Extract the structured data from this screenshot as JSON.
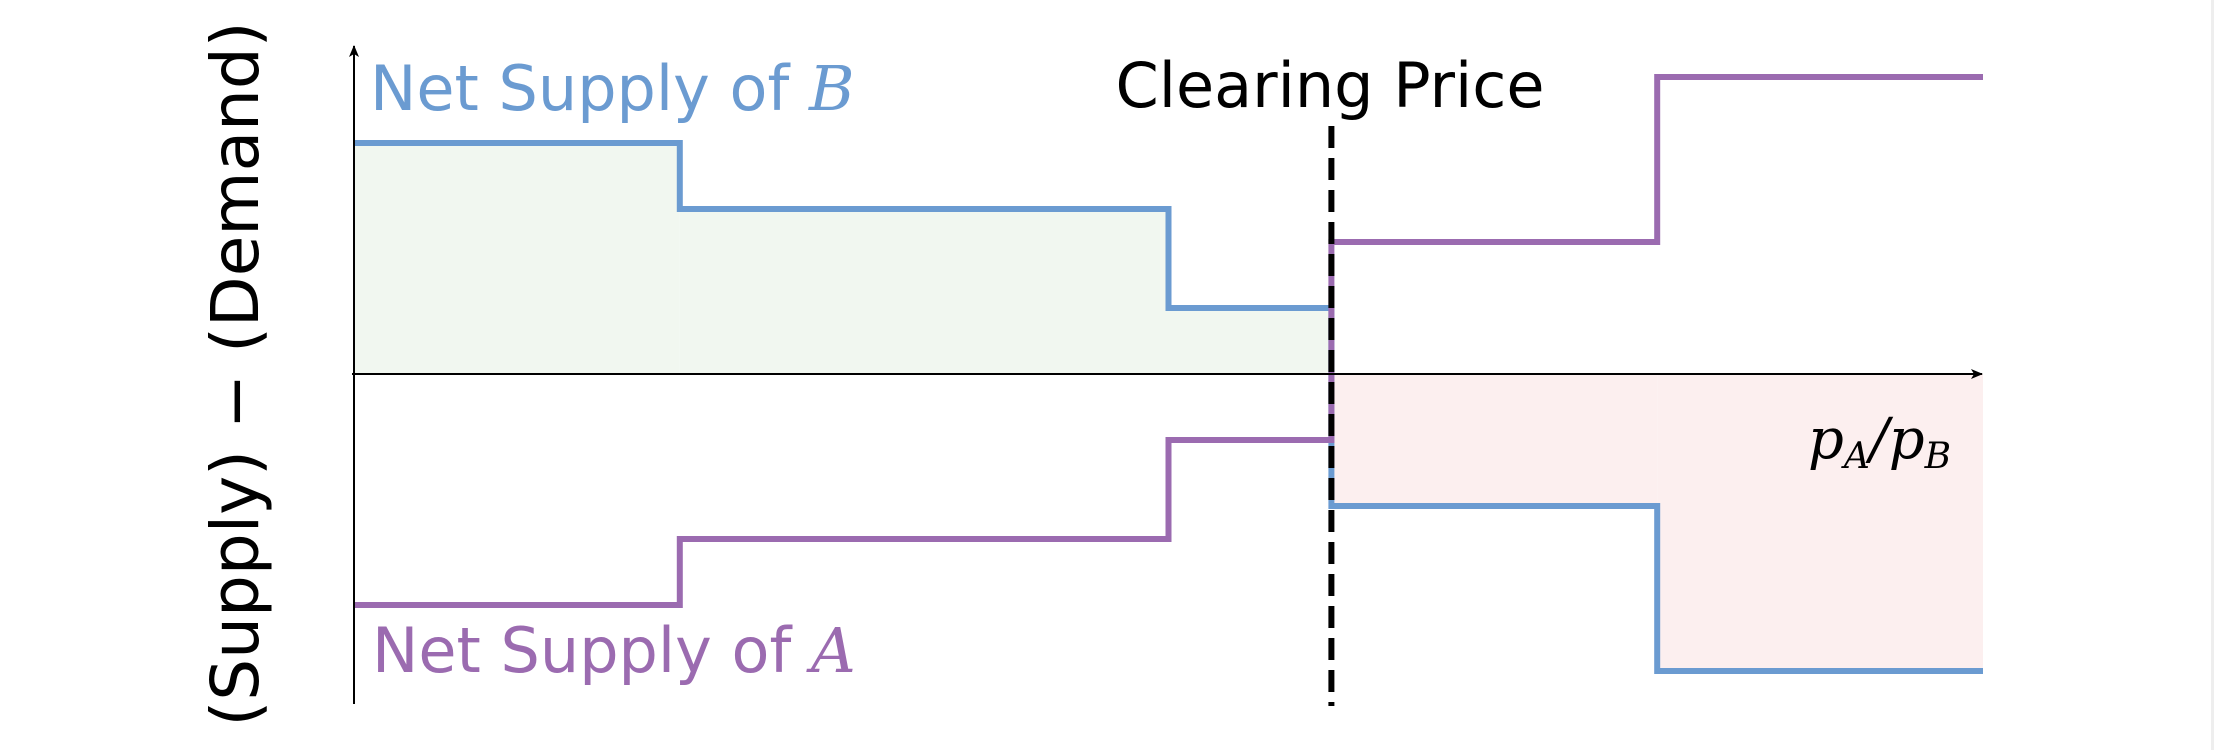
{
  "y_axis_label": "(Supply) − (Demand)",
  "x_axis_label": {
    "main": "p",
    "sub_a": "A",
    "slash": "/",
    "sub_b": "B"
  },
  "clearing_label": "Clearing Price",
  "series_b_label": {
    "text": "Net Supply of ",
    "var": "B"
  },
  "series_a_label": {
    "text": "Net Supply of ",
    "var": "A"
  },
  "colors": {
    "axis": "#000000",
    "series_b": "#6b9bd1",
    "series_a": "#9b6bb0",
    "fill_excess": "#f1f7f0",
    "fill_shortage": "#fcefef",
    "clearing_line": "#000000"
  },
  "chart_data": {
    "type": "line",
    "x_range": [
      0,
      5
    ],
    "y_range": [
      -4.2,
      4.2
    ],
    "clearing_price": 3,
    "series": [
      {
        "name": "Net Supply of B",
        "step_x": [
          0,
          1,
          2.5,
          3,
          4,
          5
        ],
        "y": [
          3.5,
          2.5,
          1,
          -2,
          -4.5
        ]
      },
      {
        "name": "Net Supply of A",
        "step_x": [
          0,
          1,
          2.5,
          3,
          4,
          5
        ],
        "y": [
          -3.5,
          -2.5,
          -1,
          2,
          4.5
        ]
      }
    ]
  }
}
